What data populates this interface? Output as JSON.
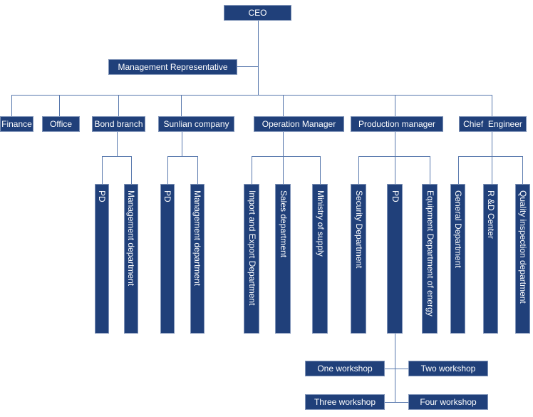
{
  "colors": {
    "background": "#ffffff",
    "box_fill": "#20407a",
    "box_border": "#8094b8",
    "box_text": "#ffffff",
    "line": "#5878ad"
  },
  "nodes": {
    "ceo": "CEO",
    "management_representative": "Management Representative",
    "finance": "Finance",
    "office": "Office",
    "bond_branch": "Bond branch",
    "sunlian_company": "Sunlian company",
    "operation_manager": "Operation Manager",
    "production_manager": "Production manager",
    "chief_engineer": "Chief  Engineer",
    "bond_pd": "PD",
    "bond_management_department": "Management department",
    "sunlian_pd": "PD",
    "sunlian_management_department": "Management department",
    "import_export_department": "Import and Export Department",
    "sales_department": "Sales department",
    "ministry_of_supply": "Ministry of supply",
    "security_department": "Security Department",
    "production_pd": "PD",
    "equipment_department_of_energy": "Equipment Department of energy",
    "general_department": "General Department",
    "rd_center": "R &D Center",
    "quality_inspection_department": "Quality inspection department",
    "one_workshop": "One workshop",
    "two_workshop": "Two workshop",
    "three_workshop": "Three workshop",
    "four_workshop": "Four workshop"
  },
  "chart_data": {
    "type": "org-chart",
    "root": "CEO",
    "structure": {
      "CEO": [
        "Management Representative",
        "Finance",
        "Office",
        "Bond branch",
        "Sunlian company",
        "Operation Manager",
        "Production manager",
        "Chief Engineer"
      ],
      "Bond branch": [
        "PD",
        "Management department"
      ],
      "Sunlian company": [
        "PD",
        "Management department"
      ],
      "Operation Manager": [
        "Import and Export Department",
        "Sales department",
        "Ministry of supply"
      ],
      "Production manager": [
        "Security Department",
        "PD",
        "Equipment Department of energy"
      ],
      "Production manager > PD": [
        "One workshop",
        "Two workshop",
        "Three workshop",
        "Four workshop"
      ]
    }
  }
}
